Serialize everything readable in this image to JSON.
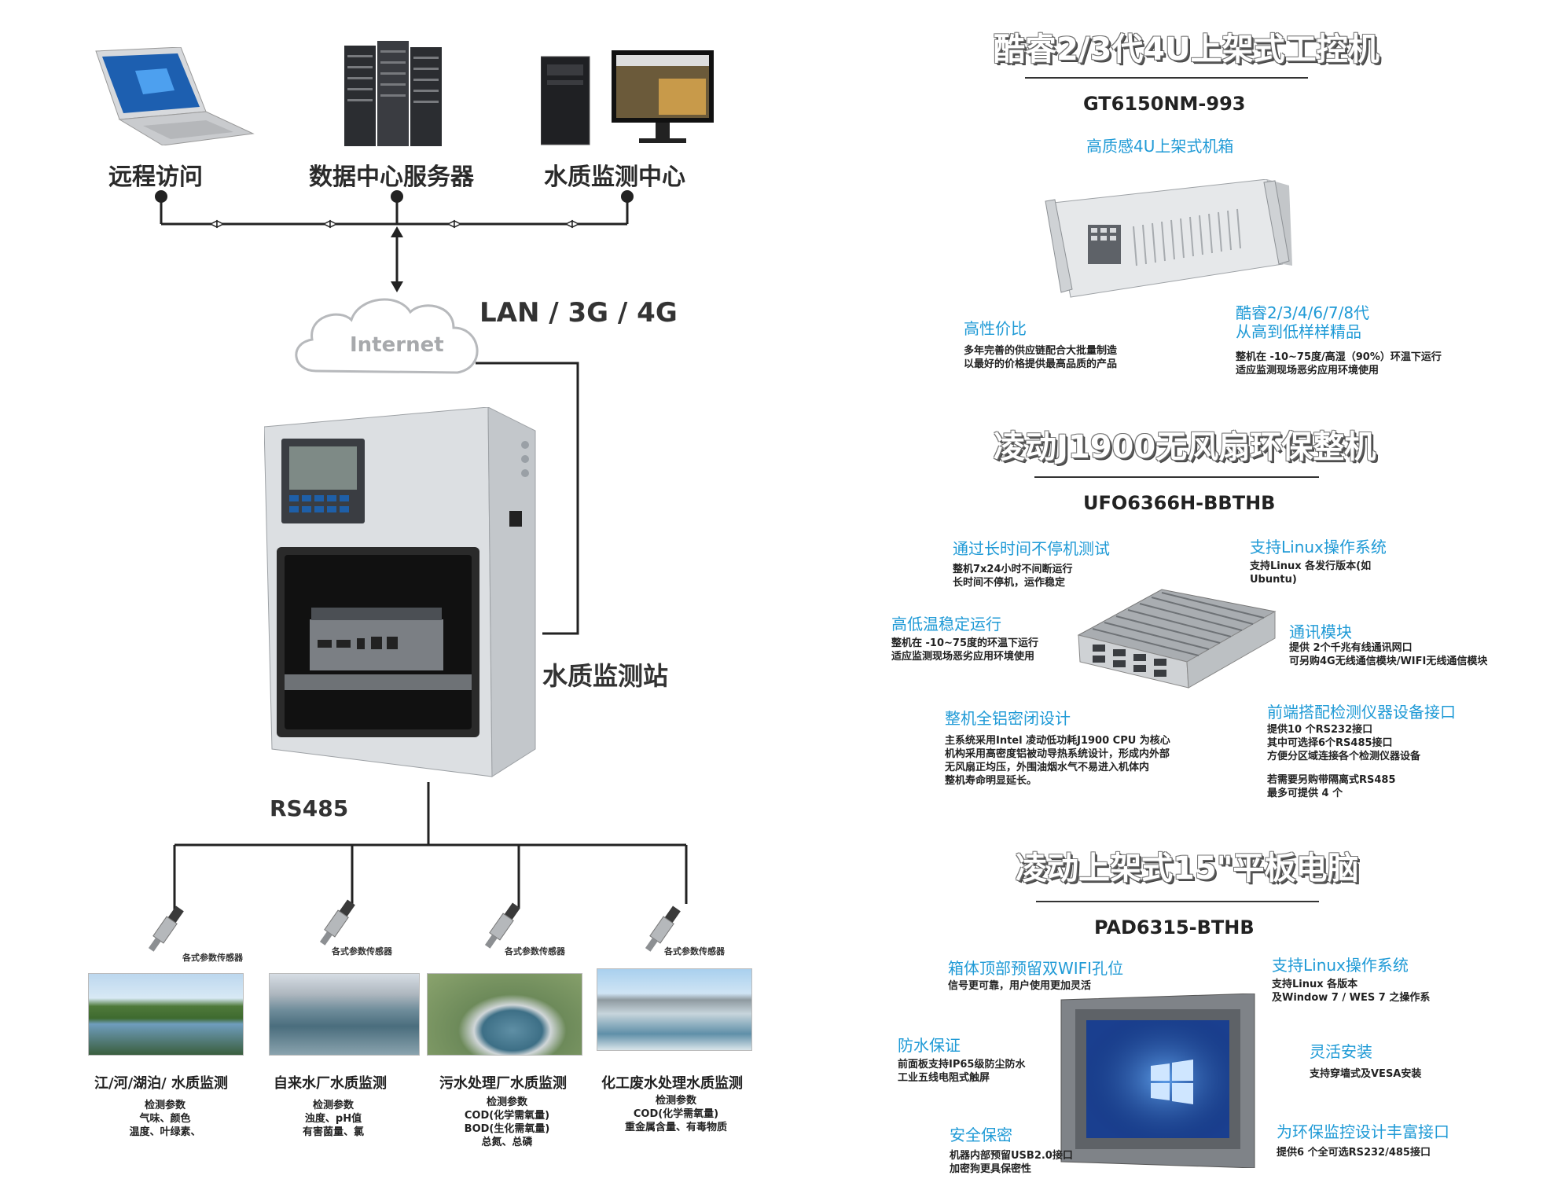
{
  "top_nodes": {
    "remote": "远程访问",
    "datacenter": "数据中心服务器",
    "monitor_center": "水质监测中心"
  },
  "network": {
    "cloud_label": "Internet",
    "lan_label": "LAN / 3G / 4G",
    "station_label": "水质监测站",
    "rs485_label": "RS485"
  },
  "sensor_label": "各式参数传感器",
  "scenes": [
    {
      "title": "江/河/湖泊/ 水质监测",
      "params": [
        "检测参数",
        "气味、颜色",
        "温度、叶绿素、"
      ]
    },
    {
      "title": "自来水厂水质监测",
      "params": [
        "检测参数",
        "浊度、pH值",
        "有害菌量、氯"
      ]
    },
    {
      "title": "污水处理厂水质监测",
      "params": [
        "检测参数",
        "COD(化学需氧量)",
        "BOD(生化需氧量)",
        "总氮、总磷"
      ]
    },
    {
      "title": "化工废水处理水质监测",
      "params": [
        "检测参数",
        "COD(化学需氧量)",
        "重金属含量、有毒物质"
      ]
    }
  ],
  "products": [
    {
      "title": "酷睿2/3代4U上架式工控机",
      "model": "GT6150NM-993",
      "subtitle": "高质感4U上架式机箱",
      "features": [
        {
          "title": "高性价比",
          "desc": [
            "多年完善的供应链配合大批量制造",
            "以最好的价格提供最高品质的产品"
          ]
        },
        {
          "title": "酷睿2/3/4/6/7/8代",
          "title2": "从高到低样样精品",
          "desc": [
            "整机在 -10~75度/高湿（90%）环温下运行",
            "适应监测现场恶劣应用环境使用"
          ]
        }
      ]
    },
    {
      "title": "凌动J1900无风扇环保整机",
      "model": "UFO6366H-BBTHB",
      "features": [
        {
          "title": "通过长时间不停机测试",
          "desc": [
            "整机7x24小时不间断运行",
            "长时间不停机，运作稳定"
          ]
        },
        {
          "title": "支持Linux操作系统",
          "desc": [
            "支持Linux 各发行版本(如",
            "Ubuntu)"
          ]
        },
        {
          "title": "高低温稳定运行",
          "desc": [
            "整机在 -10~75度的环温下运行",
            "适应监测现场恶劣应用环境使用"
          ]
        },
        {
          "title": "通讯模块",
          "desc": [
            "提供 2个千兆有线通讯网口",
            "可另购4G无线通信模块/WIFI无线通信模块"
          ]
        },
        {
          "title": "整机全铝密闭设计",
          "desc": [
            "主系统采用Intel 凌动低功耗J1900 CPU 为核心",
            "机构采用高密度铝被动导热系统设计，形成内外部",
            "无风扇正均压，外围油烟水气不易进入机体内",
            "整机寿命明显延长。"
          ]
        },
        {
          "title": "前端搭配检测仪器设备接口",
          "desc": [
            "提供10 个RS232接口",
            "其中可选择6个RS485接口",
            "方便分区域连接各个检测仪器设备"
          ],
          "desc2": [
            "若需要另购带隔离式RS485",
            "最多可提供 4 个"
          ]
        }
      ]
    },
    {
      "title": "凌动上架式15\"平板电脑",
      "model": "PAD6315-BTHB",
      "features": [
        {
          "title": "箱体顶部预留双WIFI孔位",
          "desc": [
            "信号更可靠，用户使用更加灵活"
          ]
        },
        {
          "title": "支持Linux操作系统",
          "desc": [
            "支持Linux 各版本",
            "及Window 7 / WES 7 之操作系"
          ]
        },
        {
          "title": "防水保证",
          "desc": [
            "前面板支持IP65级防尘防水",
            "工业五线电阻式触屏"
          ]
        },
        {
          "title": "灵活安装",
          "desc": [
            "支持穿墙式及VESA安装"
          ]
        },
        {
          "title": "安全保密",
          "desc": [
            "机器内部预留USB2.0接口",
            "加密狗更具保密性"
          ]
        },
        {
          "title": "为环保监控设计丰富接口",
          "desc": [
            "提供6 个全可选RS232/485接口"
          ]
        }
      ]
    }
  ],
  "colors": {
    "accent": "#1f9ad6",
    "line": "#222222"
  }
}
